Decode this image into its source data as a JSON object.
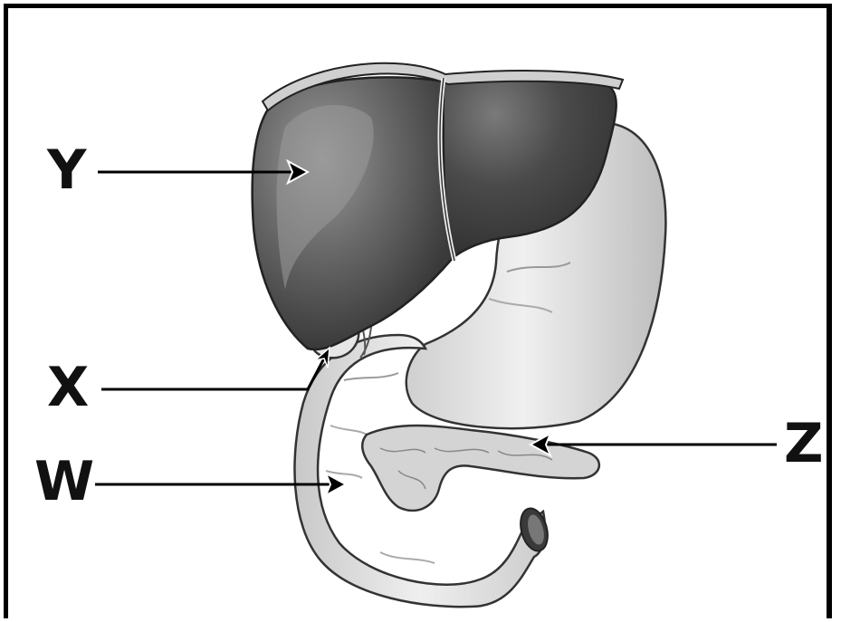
{
  "labels": {
    "y": "Y",
    "x": "X",
    "w": "W",
    "z": "Z"
  },
  "colors": {
    "liver_dark": "#3f3f3f",
    "liver_highlight": "#8a8a8a",
    "stomach": "#dcdcdc",
    "duodenum": "#e4e4e4",
    "pancreas": "#d2d2d2",
    "outline": "#222222"
  }
}
